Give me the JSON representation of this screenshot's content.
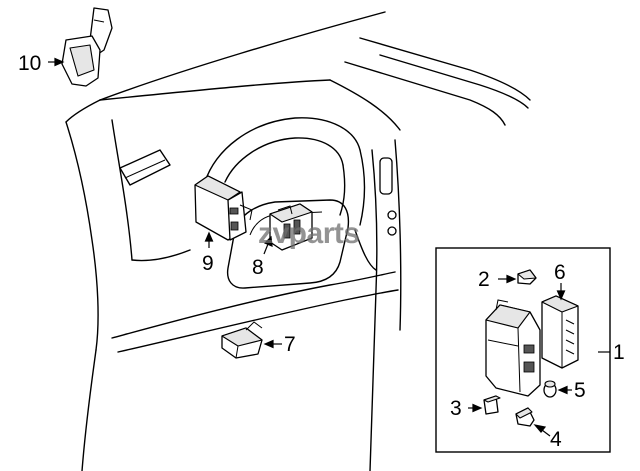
{
  "diagram": {
    "watermark": "zvparts",
    "callouts": [
      {
        "id": "1",
        "label": "1"
      },
      {
        "id": "2",
        "label": "2"
      },
      {
        "id": "3",
        "label": "3"
      },
      {
        "id": "4",
        "label": "4"
      },
      {
        "id": "5",
        "label": "5"
      },
      {
        "id": "6",
        "label": "6"
      },
      {
        "id": "7",
        "label": "7"
      },
      {
        "id": "8",
        "label": "8"
      },
      {
        "id": "9",
        "label": "9"
      },
      {
        "id": "10",
        "label": "10"
      }
    ]
  }
}
